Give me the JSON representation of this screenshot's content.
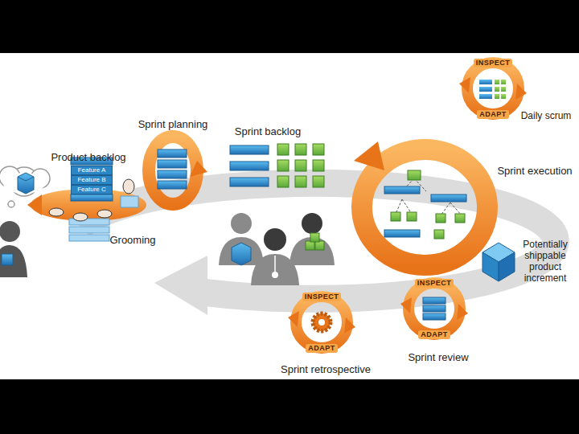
{
  "diagram": {
    "nodes": [
      {
        "text": [
          "Product backlog"
        ]
      },
      {
        "text": [
          "Feature A"
        ],
        "in": 0
      },
      {
        "text": [
          "Feature B"
        ],
        "in": 0
      },
      {
        "text": [
          "Feature C"
        ],
        "in": 0
      },
      {
        "text": [
          "Sprint planning"
        ]
      },
      {
        "text": [
          "Sprint backlog"
        ]
      },
      {
        "text": [
          "INSPECT",
          "ADAPT",
          "Daily scrum"
        ]
      },
      {
        "text": [
          "Sprint execution"
        ]
      },
      {
        "text": [
          "Potentially shippable product increment"
        ]
      },
      {
        "text": [
          "INSPECT",
          "ADAPT",
          "Sprint review"
        ]
      },
      {
        "text": [
          "INSPECT",
          "ADAPT",
          "Sprint retrospective"
        ]
      }
    ],
    "labels": [
      "Grooming"
    ]
  }
}
